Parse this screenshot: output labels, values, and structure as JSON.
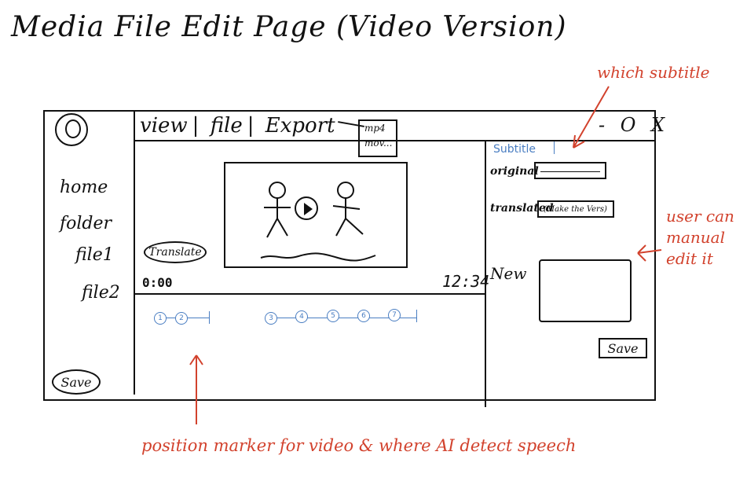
{
  "title": "Media File Edit Page (Video Version)",
  "sidebar": {
    "items": [
      "home",
      "folder",
      "file1",
      "file2"
    ],
    "save_label": "Save"
  },
  "menu": {
    "items": [
      "view",
      "file",
      "Export"
    ],
    "separator": "|",
    "export_formats": [
      "mp4",
      "mov..."
    ]
  },
  "player": {
    "translate_label": "Translate",
    "time_start": "0:00",
    "time_end": "12:34"
  },
  "timeline": {
    "markers": [
      "1",
      "2",
      "3",
      "4",
      "5",
      "6",
      "7"
    ]
  },
  "window_controls": "- O X",
  "right_panel": {
    "subtitle_label": "Subtitle",
    "original_label": "original",
    "translated_label": "translated",
    "translated_value": "(Make the Vers)",
    "new_label": "New",
    "save_label": "Save"
  },
  "annotations": {
    "which_subtitle": "which subtitle",
    "manual_edit": [
      "user can",
      "manual",
      "edit it"
    ],
    "position_markers": "position marker for video & where AI detect speech"
  },
  "colors": {
    "ink": "#111111",
    "annotation": "#d2422d",
    "marker": "#4a7ec2"
  }
}
